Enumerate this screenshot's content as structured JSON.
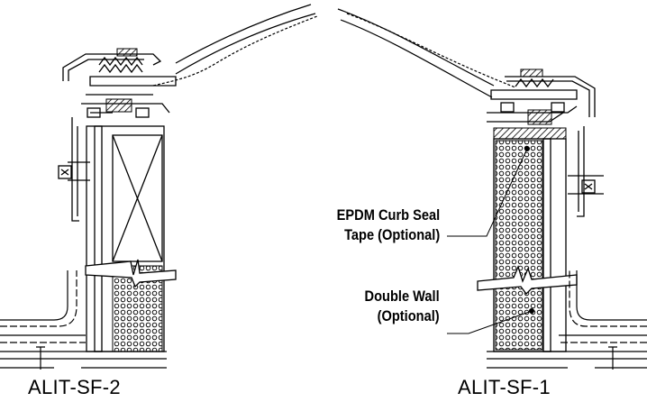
{
  "captions": {
    "left": "ALIT-SF-2",
    "right": "ALIT-SF-1"
  },
  "callouts": {
    "epdm_line1": "EPDM Curb Seal",
    "epdm_line2": "Tape (Optional)",
    "double_line1": "Double Wall",
    "double_line2": "(Optional)"
  }
}
